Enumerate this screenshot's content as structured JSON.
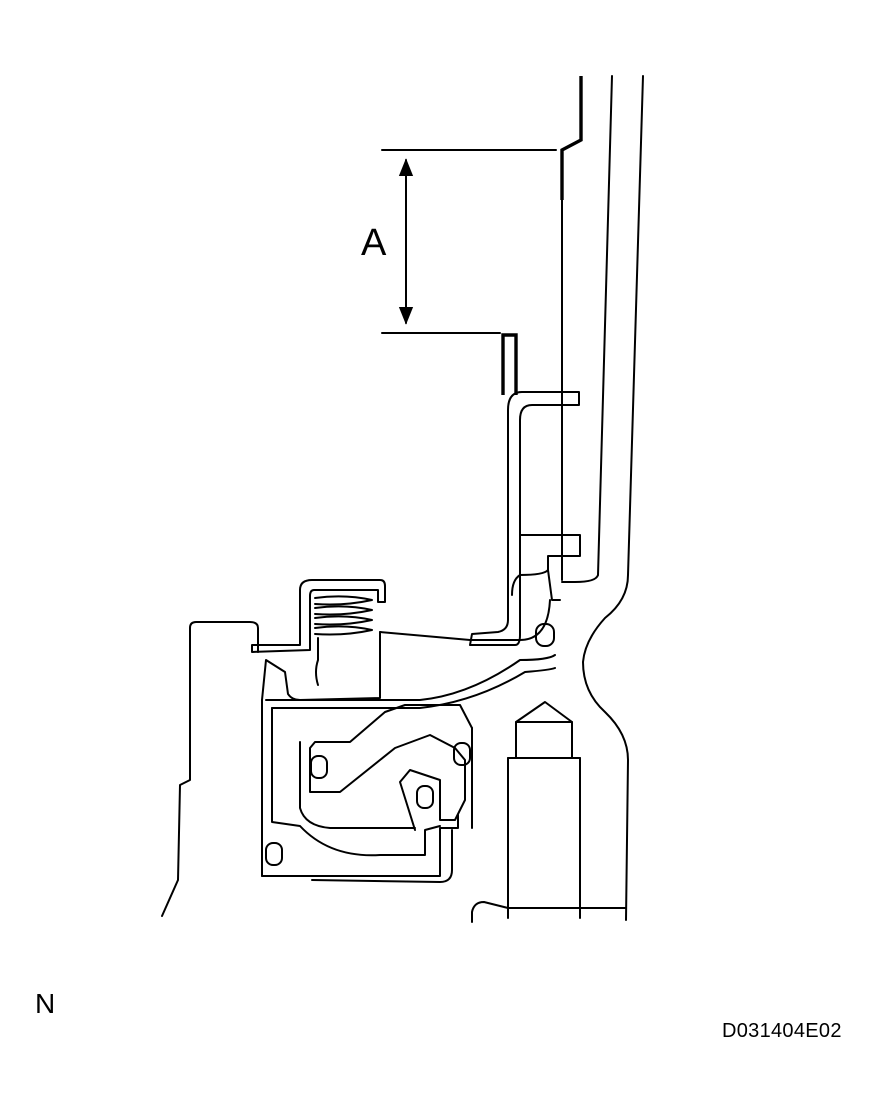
{
  "diagram": {
    "dimension_label": "A",
    "view_letter": "N",
    "figure_code": "D031404E02"
  }
}
